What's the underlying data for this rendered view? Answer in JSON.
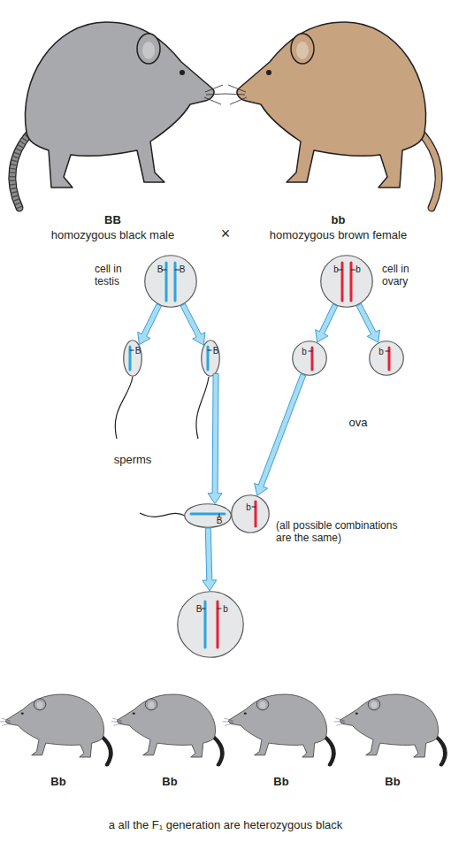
{
  "diagram": {
    "caption": "a all the F₁ generation are heterozygous black",
    "nodes": [
      {
        "text": [
          "BB",
          "homozygous black male"
        ]
      },
      {
        "text": [
          "bb",
          "homozygous brown female"
        ]
      },
      {
        "text": [
          "cell in testis",
          "B",
          "B"
        ]
      },
      {
        "text": [
          "cell in ovary",
          "b",
          "b"
        ]
      },
      {
        "text": [
          "B"
        ]
      },
      {
        "text": [
          "B"
        ]
      },
      {
        "text": [
          "b"
        ]
      },
      {
        "text": [
          "b"
        ]
      },
      {
        "text": [
          "B"
        ]
      },
      {
        "text": [
          "b"
        ]
      },
      {
        "text": [
          "B",
          "b"
        ]
      },
      {
        "text": [
          "Bb"
        ]
      },
      {
        "text": [
          "Bb"
        ]
      },
      {
        "text": [
          "Bb"
        ]
      },
      {
        "text": [
          "Bb"
        ]
      }
    ],
    "edges": [
      {
        "from": 2,
        "to": 4,
        "arrow": "to"
      },
      {
        "from": 2,
        "to": 5,
        "arrow": "to"
      },
      {
        "from": 3,
        "to": 6,
        "arrow": "to"
      },
      {
        "from": 3,
        "to": 7,
        "arrow": "to"
      },
      {
        "from": 5,
        "to": 8,
        "arrow": "to"
      },
      {
        "from": 6,
        "to": 9,
        "arrow": "to"
      },
      {
        "from": 8,
        "to": 10,
        "arrow": "to"
      }
    ],
    "labels": [
      "×",
      "sperms",
      "ova",
      "(all possible combinations are the same)"
    ]
  }
}
